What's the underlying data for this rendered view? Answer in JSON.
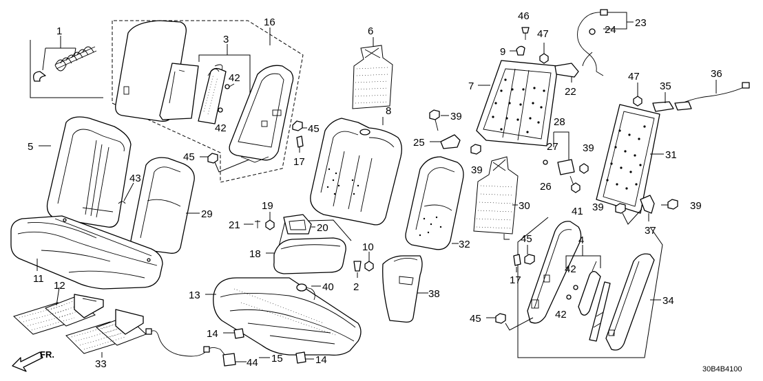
{
  "diagram_code": "30B4B4100",
  "front_label": "FR.",
  "callouts": {
    "c1": "1",
    "c2": "2",
    "c3": "3",
    "c4": "4",
    "c5": "5",
    "c6": "6",
    "c7": "7",
    "c8": "8",
    "c9": "9",
    "c10": "10",
    "c11": "11",
    "c12": "12",
    "c13": "13",
    "c14a": "14",
    "c14b": "14",
    "c15": "15",
    "c16": "16",
    "c17a": "17",
    "c17b": "17",
    "c18": "18",
    "c19": "19",
    "c20": "20",
    "c21": "21",
    "c22": "22",
    "c23": "23",
    "c24": "24",
    "c25": "25",
    "c26": "26",
    "c27": "27",
    "c28": "28",
    "c29": "29",
    "c30": "30",
    "c31": "31",
    "c32": "32",
    "c33": "33",
    "c34": "34",
    "c35": "35",
    "c36": "36",
    "c37": "37",
    "c38": "38",
    "c39a": "39",
    "c39b": "39",
    "c39c": "39",
    "c39d": "39",
    "c39e": "39",
    "c40": "40",
    "c41": "41",
    "c42a": "42",
    "c42b": "42",
    "c42c": "42",
    "c42d": "42",
    "c43": "43",
    "c44": "44",
    "c45a": "45",
    "c45b": "45",
    "c45c": "45",
    "c45d": "45",
    "c46": "46",
    "c47a": "47",
    "c47b": "47"
  }
}
